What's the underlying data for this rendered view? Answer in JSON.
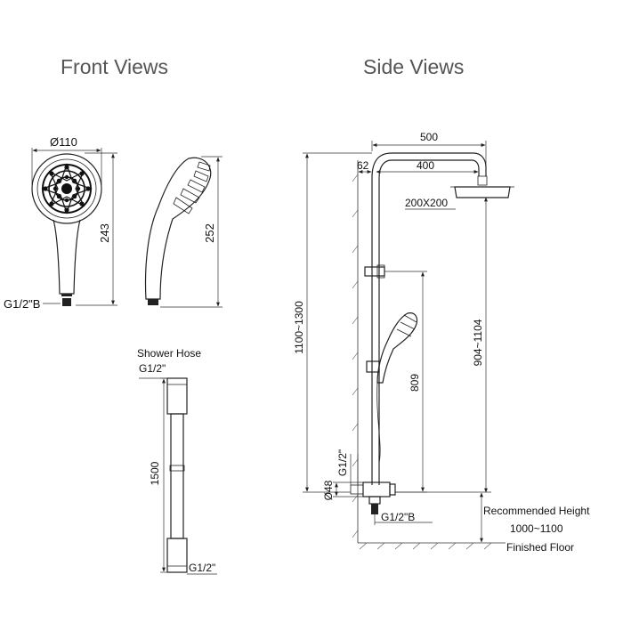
{
  "titles": {
    "front": "Front Views",
    "side": "Side Views"
  },
  "handshower": {
    "diameter": "Ø110",
    "length_front": "243",
    "length_side": "252",
    "thread": "G1/2\"B"
  },
  "hose": {
    "caption": "Shower Hose",
    "thread_top": "G1/2\"",
    "length": "1500",
    "thread_bottom": "G1/2\""
  },
  "side": {
    "arm_total": "500",
    "wall_offset": "62",
    "arm_length": "400",
    "head_size": "200X200",
    "total_height": "1100~1300",
    "head_height": "904~1104",
    "holder_height": "809",
    "inlet_thread": "G1/2\"",
    "inlet_diameter": "Ø48",
    "outlet_thread": "G1/2\"B",
    "recommended_label": "Recommended Height",
    "recommended_value": "1000~1100",
    "floor_label": "Finished Floor"
  }
}
